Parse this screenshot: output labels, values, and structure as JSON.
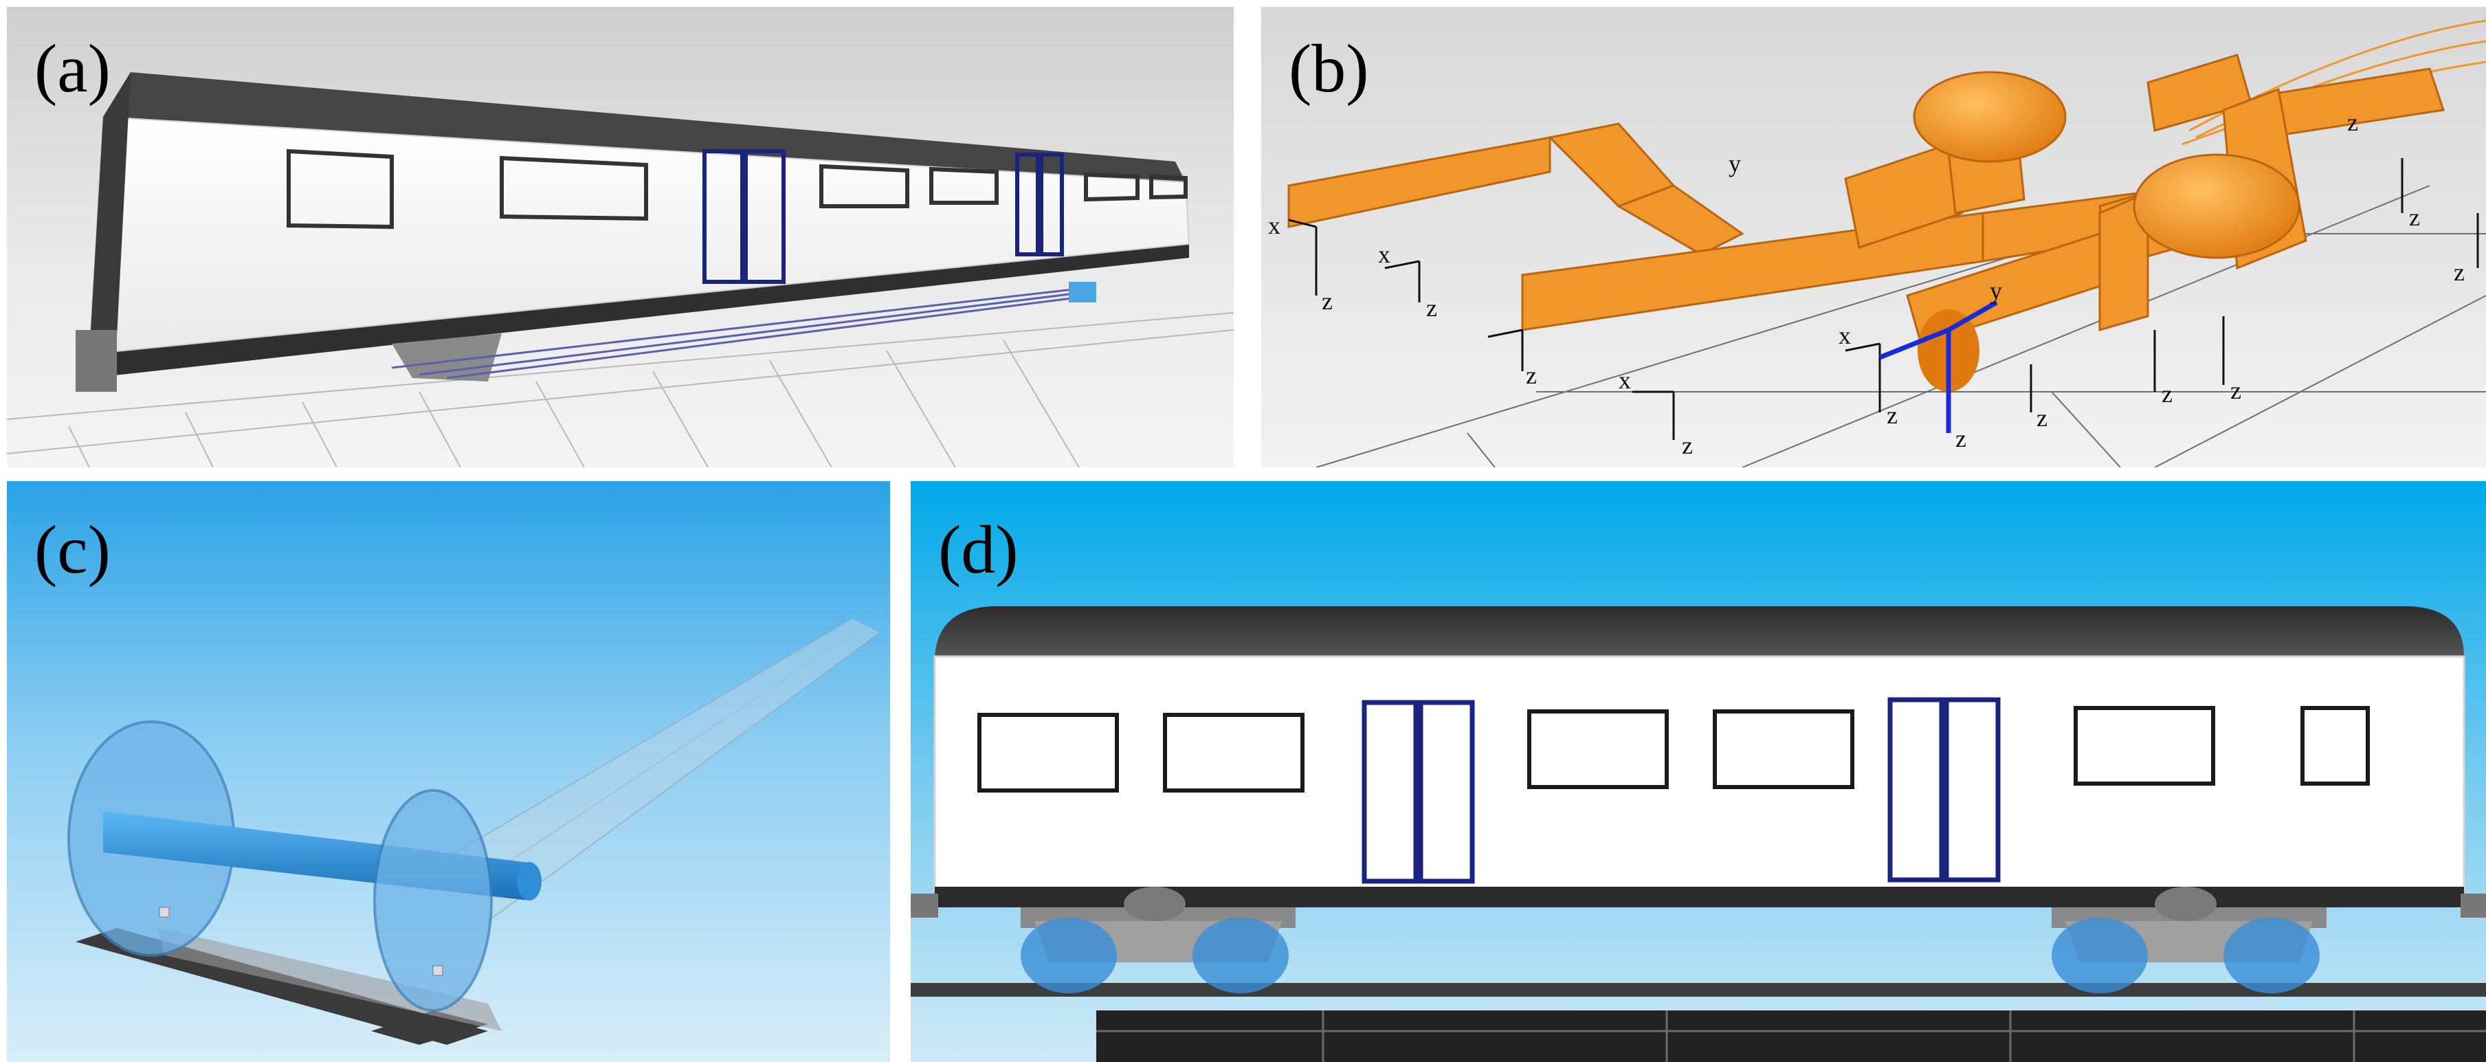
{
  "panels": {
    "a": {
      "label": "(a)"
    },
    "b": {
      "label": "(b)",
      "axis_x": "x",
      "axis_y": "y",
      "axis_z": "z"
    },
    "c": {
      "label": "(c)"
    },
    "d": {
      "label": "(d)"
    }
  },
  "colors": {
    "car_body": "#ffffff",
    "car_roof": "#4a4a4a",
    "door_frame": "#1a237e",
    "bogie_frame": "#f0962a",
    "wheelset": "#3a8fd8",
    "sky_top": "#00a8e8",
    "sky_bottom": "#cfe9f6",
    "grey_bg": "#dcdcdc"
  }
}
